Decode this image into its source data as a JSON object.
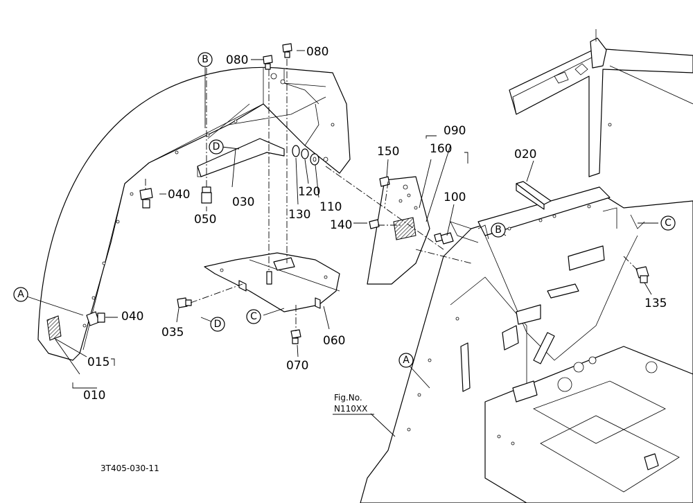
{
  "callouts": [
    "080",
    "080",
    "090",
    "160",
    "150",
    "020",
    "040",
    "030",
    "050",
    "130",
    "120",
    "110",
    "100",
    "140",
    "040",
    "035",
    "060",
    "070",
    "015",
    "010",
    "135"
  ],
  "markers": [
    "B",
    "D",
    "A",
    "C",
    "D",
    "B",
    "C",
    "A"
  ],
  "figure_ref": {
    "line1": "Fig.No.",
    "line2": "N110XX"
  },
  "drawing_code": "3T405-030-11"
}
